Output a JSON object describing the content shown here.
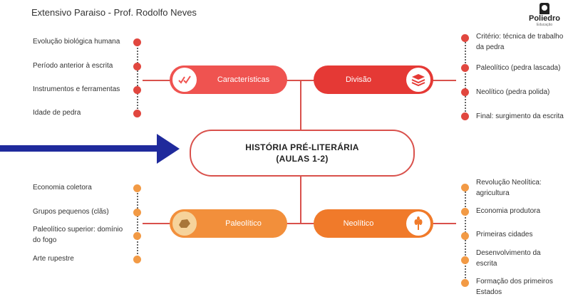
{
  "header": {
    "title": "Extensivo Paraiso - Prof. Rodolfo Neves"
  },
  "logo": {
    "name": "Poliedro",
    "sub": "Educação"
  },
  "center": {
    "line1": "HISTÓRIA PRÉ-LITERÁRIA",
    "line2": "(AULAS 1-2)"
  },
  "branches": {
    "caracteristicas": {
      "label": "Características",
      "color": "#ef5350",
      "items": [
        "Evolução biológica humana",
        "Período anterior à escrita",
        "Instrumentos e ferramentas",
        "Idade de pedra"
      ]
    },
    "divisao": {
      "label": "Divisão",
      "color": "#e53935",
      "items": [
        "Critério: técnica de trabalho da pedra",
        "Paleolítico (pedra lascada)",
        "Neolítico (pedra polida)",
        "Final: surgimento da escrita"
      ]
    },
    "paleolitico": {
      "label": "Paleolítico",
      "color": "#f28f3b",
      "items": [
        "Economia coletora",
        "Grupos pequenos (clãs)",
        "Paleolítico superior: domínio do fogo",
        "Arte rupestre"
      ]
    },
    "neolitico": {
      "label": "Neolítico",
      "color": "#f07a2a",
      "items": [
        "Revolução Neolítica: agricultura",
        "Economia produtora",
        "Primeiras cidades",
        "Desenvolvimento da escrita",
        "Formação dos primeiros Estados"
      ]
    }
  },
  "icons": {
    "caracteristicas": "check-marks-icon",
    "divisao": "layers-icon",
    "paleolitico": "stone-icon",
    "neolitico": "wheat-icon"
  }
}
